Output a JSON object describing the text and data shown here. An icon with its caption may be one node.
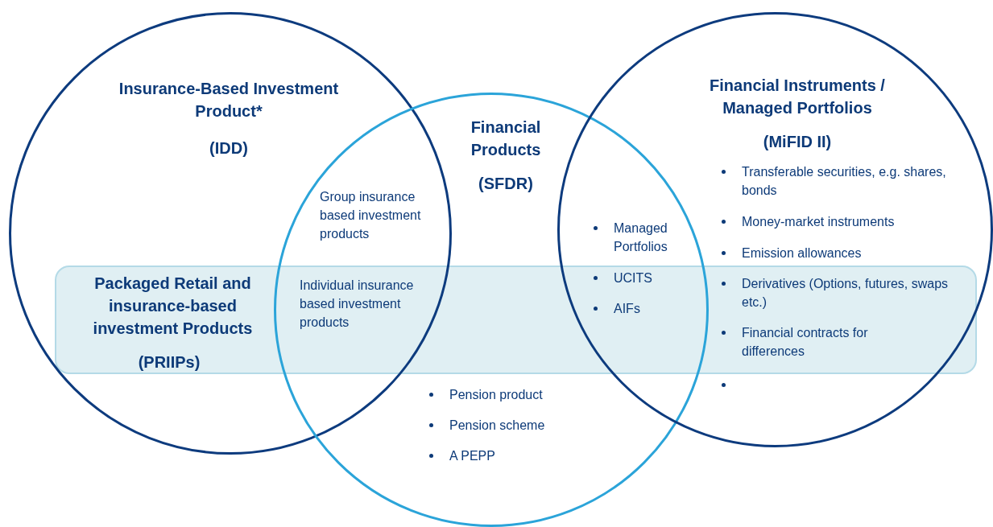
{
  "diagram": {
    "nodes": [
      {
        "text": [
          "Insurance-Based Investment Product*",
          "(IDD)"
        ]
      },
      {
        "text": [
          "Financial Products",
          "(SFDR)"
        ]
      },
      {
        "text": [
          "Financial Instruments / Managed Portfolios",
          "(MiFID II)"
        ]
      },
      {
        "text": [
          "Packaged Retail and insurance-based investment Products",
          "(PRIIPs)"
        ]
      }
    ],
    "labels": [
      "Group insurance based investment products",
      "Individual insurance based investment products",
      "Managed Portfolios",
      "UCITS",
      "AIFs",
      "Transferable securities, e.g. shares, bonds",
      "Money-market instruments",
      "Emission allowances",
      "Derivatives (Options, futures, swaps etc.)",
      "Financial contracts for differences",
      "Pension product",
      "Pension scheme",
      "A PEPP"
    ]
  }
}
